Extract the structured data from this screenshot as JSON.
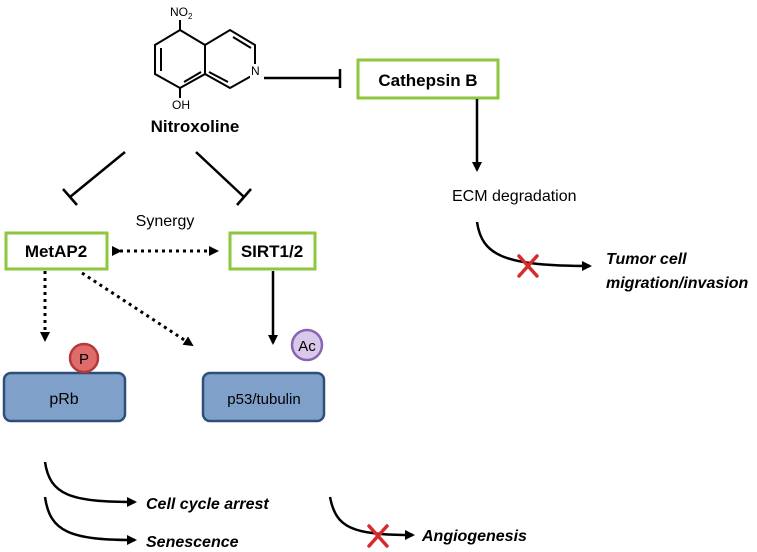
{
  "drug": {
    "name": "Nitroxoline",
    "substituent_top": "NO",
    "substituent_top_sub": "2",
    "substituent_bottom": "OH",
    "ring_atom": "N"
  },
  "targets": {
    "cathepsin": "Cathepsin B",
    "metap2": "MetAP2",
    "sirt": "SIRT1/2",
    "synergy": "Synergy"
  },
  "downstream": {
    "ecm": "ECM degradation",
    "tumor_line1": "Tumor cell",
    "tumor_line2": "migration/invasion",
    "prb": "pRb",
    "p53": "p53/tubulin",
    "phospho": "P",
    "acetyl": "Ac",
    "cell_cycle": "Cell cycle arrest",
    "senescence": "Senescence",
    "angiogenesis": "Angiogenesis"
  },
  "colors": {
    "box_border": "#8dc63f",
    "protein_fill": "#7fa0c8",
    "protein_border": "#2c4f7c",
    "phospho_fill": "#e06b6b",
    "phospho_border": "#b23a3a",
    "acetyl_fill": "#d9c8e8",
    "acetyl_border": "#8a64b4",
    "block_x": "#d62b2b"
  }
}
